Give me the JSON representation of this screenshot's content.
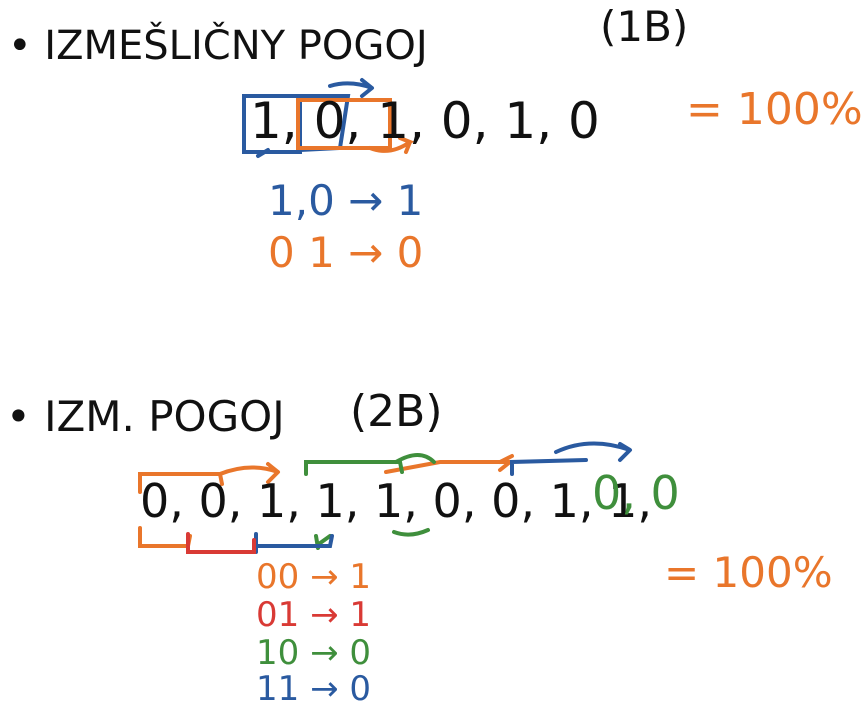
{
  "section1": {
    "heading": "• IZMEŠLIČNY POGOJ",
    "tag": "(1B)",
    "sequence": "1, 0, 1, 0, 1, 0",
    "percent": "= 100%",
    "rules": [
      {
        "text": "1,0 → 1",
        "color": "#2a5aa0"
      },
      {
        "text": "0 1 → 0",
        "color": "#e9762b"
      }
    ]
  },
  "section2": {
    "heading": "• IZM. POGOJ",
    "tag": "(2B)",
    "sequence_black": "0, 0, 1, 1, 1, 0, 0, 1, 1,",
    "sequence_green": "0, 0",
    "percent": "= 100%",
    "rules": [
      {
        "text": "00 → 1",
        "color": "#e9762b"
      },
      {
        "text": "01 → 1",
        "color": "#d93a35"
      },
      {
        "text": "10 → 0",
        "color": "#3f8f3c"
      },
      {
        "text": "11 → 0",
        "color": "#2a5aa0"
      }
    ]
  },
  "colors": {
    "blue": "#2a5aa0",
    "orange": "#e9762b",
    "green": "#3f8f3c",
    "red": "#d93a35",
    "ink": "#111111"
  }
}
